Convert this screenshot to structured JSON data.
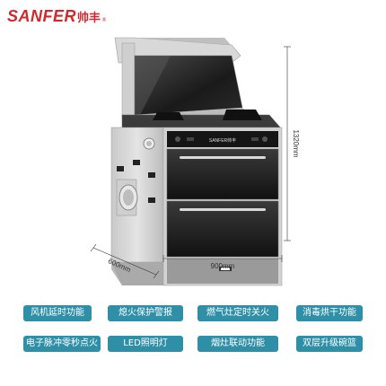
{
  "brand": {
    "name": "SANFER",
    "cn": "帅丰",
    "reg": "®"
  },
  "product": {
    "panel_brand": "SANFER帅丰",
    "dimensions": {
      "height": "1320mm",
      "width": "900mm",
      "depth": "600mm"
    }
  },
  "features": [
    {
      "label": "风机延时功能"
    },
    {
      "label": "熄火保护警报"
    },
    {
      "label": "燃气灶定时关火"
    },
    {
      "label": "消毒烘干功能"
    },
    {
      "label": "电子脉冲零秒点火"
    },
    {
      "label": "LED照明灯"
    },
    {
      "label": "烟灶联动功能"
    },
    {
      "label": "双层升级碗篮"
    }
  ],
  "colors": {
    "brand_red": "#d0282e",
    "feature_bg": "#2f8fa6"
  }
}
